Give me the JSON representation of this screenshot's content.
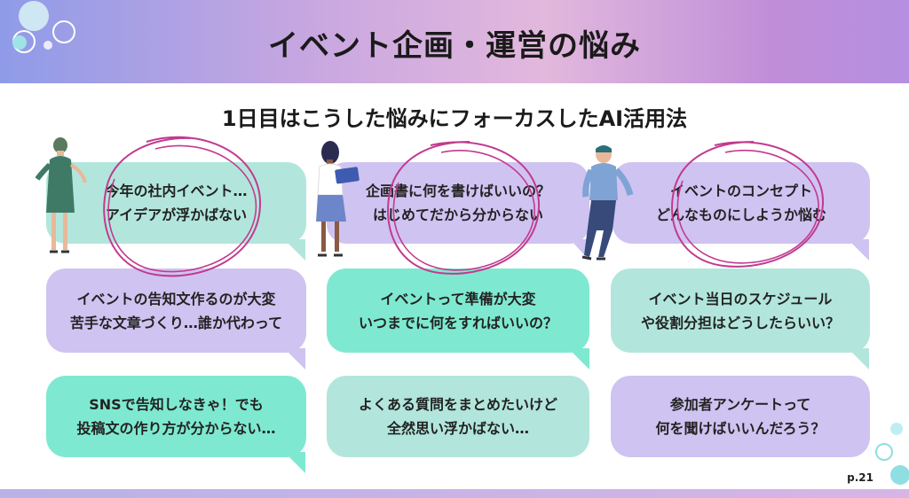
{
  "header": {
    "title": "イベント企画・運営の悩み"
  },
  "subtitle": "1日目はこうした悩みにフォーカスしたAI活用法",
  "bubbles": [
    {
      "lines": [
        "今年の社内イベント…",
        "アイデアが浮かばない"
      ],
      "color": "#b2e6dc"
    },
    {
      "lines": [
        "企画書に何を書けばいいの？",
        "はじめてだから分からない"
      ],
      "color": "#cfc3f1"
    },
    {
      "lines": [
        "イベントのコンセプト",
        "どんなものにしようか悩む"
      ],
      "color": "#cfc3f1"
    },
    {
      "lines": [
        "イベントの告知文作るのが大変",
        "苦手な文章づくり…誰か代わって"
      ],
      "color": "#cfc3f1"
    },
    {
      "lines": [
        "イベントって準備が大変",
        "いつまでに何をすればいいの？"
      ],
      "color": "#7ee9d0"
    },
    {
      "lines": [
        "イベント当日のスケジュール",
        "や役割分担はどうしたらいい？"
      ],
      "color": "#b2e6dc"
    },
    {
      "lines": [
        "SNSで告知しなきゃ！でも",
        "投稿文の作り方が分からない…"
      ],
      "color": "#7ee9d0"
    },
    {
      "lines": [
        "よくある質問をまとめたいけど",
        "全然思い浮かばない…"
      ],
      "color": "#b2e6dc"
    },
    {
      "lines": [
        "参加者アンケートって",
        "何を聞けばいいんだろう？"
      ],
      "color": "#cfc3f1"
    }
  ],
  "footer": {
    "page": "p.21"
  },
  "colors": {
    "accent_circle": "#c23a8f",
    "mint": "#7ee9d0",
    "lavender": "#cfc3f1"
  }
}
